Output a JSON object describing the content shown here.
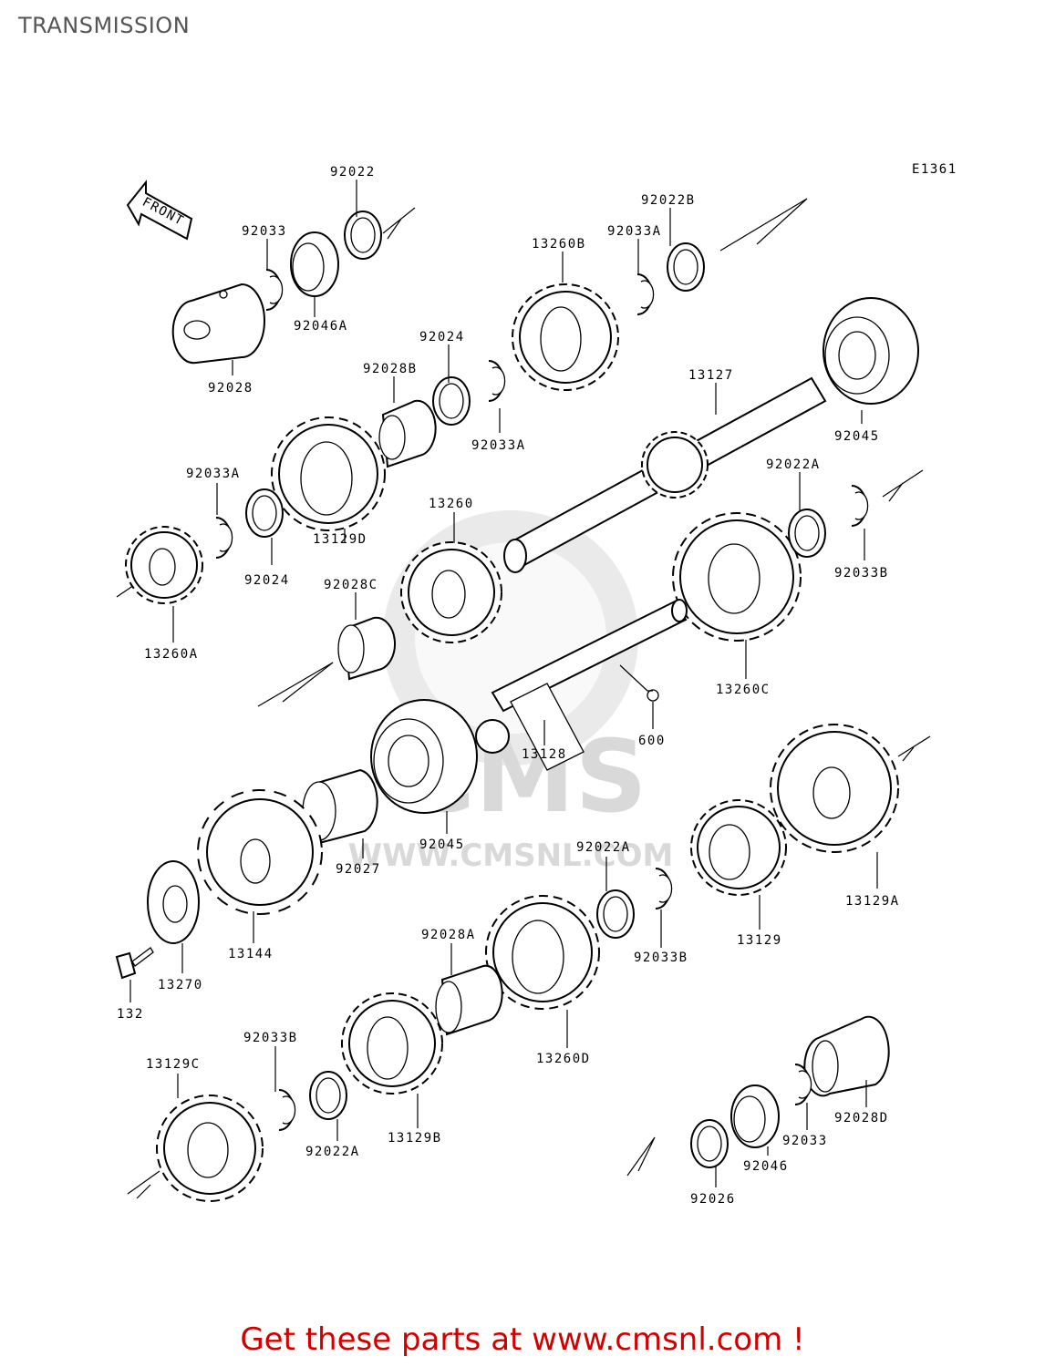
{
  "title": "TRANSMISSION",
  "diagram_code": "E1361",
  "front_label": "FRONT",
  "watermark": {
    "brand": "CMS",
    "url": "WWW.CMSNL.COM"
  },
  "promo_text": "Get these parts at www.cmsnl.com !",
  "colors": {
    "promo": "#d10000",
    "title": "#555555",
    "watermark": "#d9d9d9",
    "line": "#000000"
  },
  "parts": [
    {
      "id": "p92022",
      "label": "92022"
    },
    {
      "id": "p92033",
      "label": "92033"
    },
    {
      "id": "p92046A",
      "label": "92046A"
    },
    {
      "id": "p92028",
      "label": "92028"
    },
    {
      "id": "p92022B",
      "label": "92022B"
    },
    {
      "id": "p92033A_top",
      "label": "92033A"
    },
    {
      "id": "p13260B",
      "label": "13260B"
    },
    {
      "id": "p92024_top",
      "label": "92024"
    },
    {
      "id": "p92028B",
      "label": "92028B"
    },
    {
      "id": "p92033A_mid",
      "label": "92033A"
    },
    {
      "id": "p13127",
      "label": "13127"
    },
    {
      "id": "p92045_top",
      "label": "92045"
    },
    {
      "id": "p92033A_left",
      "label": "92033A"
    },
    {
      "id": "p92024_left",
      "label": "92024"
    },
    {
      "id": "p13129D",
      "label": "13129D"
    },
    {
      "id": "p13260",
      "label": "13260"
    },
    {
      "id": "p92022A_r",
      "label": "92022A"
    },
    {
      "id": "p92033B_r",
      "label": "92033B"
    },
    {
      "id": "p13260A",
      "label": "13260A"
    },
    {
      "id": "p92028C",
      "label": "92028C"
    },
    {
      "id": "p13260C",
      "label": "13260C"
    },
    {
      "id": "p13128",
      "label": "13128"
    },
    {
      "id": "p600",
      "label": "600"
    },
    {
      "id": "p92045_mid",
      "label": "92045"
    },
    {
      "id": "p92027",
      "label": "92027"
    },
    {
      "id": "p13144",
      "label": "13144"
    },
    {
      "id": "p13270",
      "label": "13270"
    },
    {
      "id": "p132",
      "label": "132"
    },
    {
      "id": "p92022A_mid",
      "label": "92022A"
    },
    {
      "id": "p92033B_mid",
      "label": "92033B"
    },
    {
      "id": "p13129",
      "label": "13129"
    },
    {
      "id": "p13129A",
      "label": "13129A"
    },
    {
      "id": "p92028A",
      "label": "92028A"
    },
    {
      "id": "p13260D",
      "label": "13260D"
    },
    {
      "id": "p92033B_low",
      "label": "92033B"
    },
    {
      "id": "p13129C",
      "label": "13129C"
    },
    {
      "id": "p92022A_low",
      "label": "92022A"
    },
    {
      "id": "p13129B",
      "label": "13129B"
    },
    {
      "id": "p92028D",
      "label": "92028D"
    },
    {
      "id": "p92033_low",
      "label": "92033"
    },
    {
      "id": "p92046",
      "label": "92046"
    },
    {
      "id": "p92026",
      "label": "92026"
    }
  ]
}
